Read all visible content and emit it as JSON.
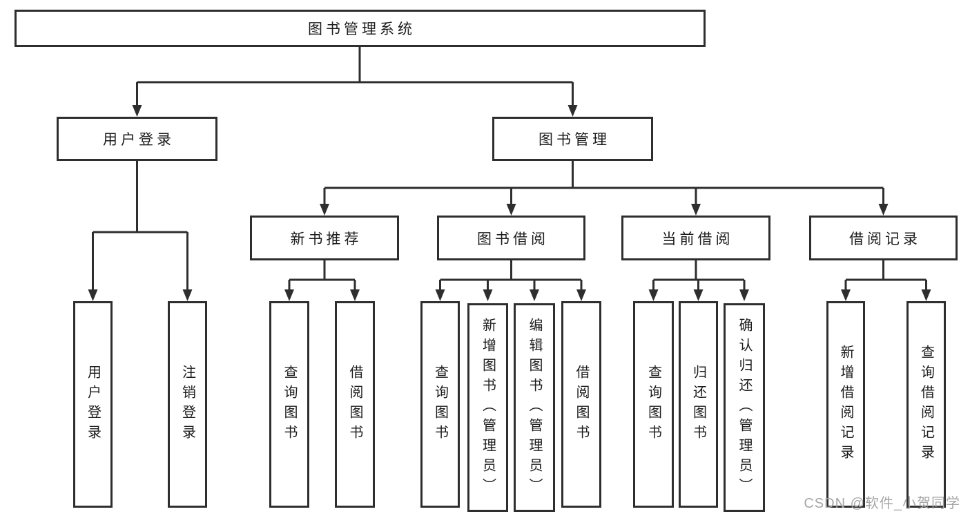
{
  "diagram": {
    "type": "tree",
    "colors": {
      "background": "#ffffff",
      "line": "#2e2e2e",
      "box_border": "#2e2e2e",
      "text": "#1c1c1c",
      "watermark": "#a6a6a6"
    },
    "root": {
      "label": "图书管理系统"
    },
    "level2": [
      {
        "label": "用户登录"
      },
      {
        "label": "图书管理"
      }
    ],
    "level3": [
      {
        "label": "新书推荐"
      },
      {
        "label": "图书借阅"
      },
      {
        "label": "当前借阅"
      },
      {
        "label": "借阅记录"
      }
    ],
    "leaves": [
      {
        "label": "用户登录"
      },
      {
        "label": "注销登录"
      },
      {
        "label": "查询图书"
      },
      {
        "label": "借阅图书"
      },
      {
        "label": "查询图书"
      },
      {
        "label": "新增图书（管理员）"
      },
      {
        "label": "编辑图书（管理员）"
      },
      {
        "label": "借阅图书"
      },
      {
        "label": "查询图书"
      },
      {
        "label": "归还图书"
      },
      {
        "label": "确认归还（管理员）"
      },
      {
        "label": "新增借阅记录"
      },
      {
        "label": "查询借阅记录"
      }
    ],
    "watermark": "CSDN @软件_小贺同学"
  }
}
